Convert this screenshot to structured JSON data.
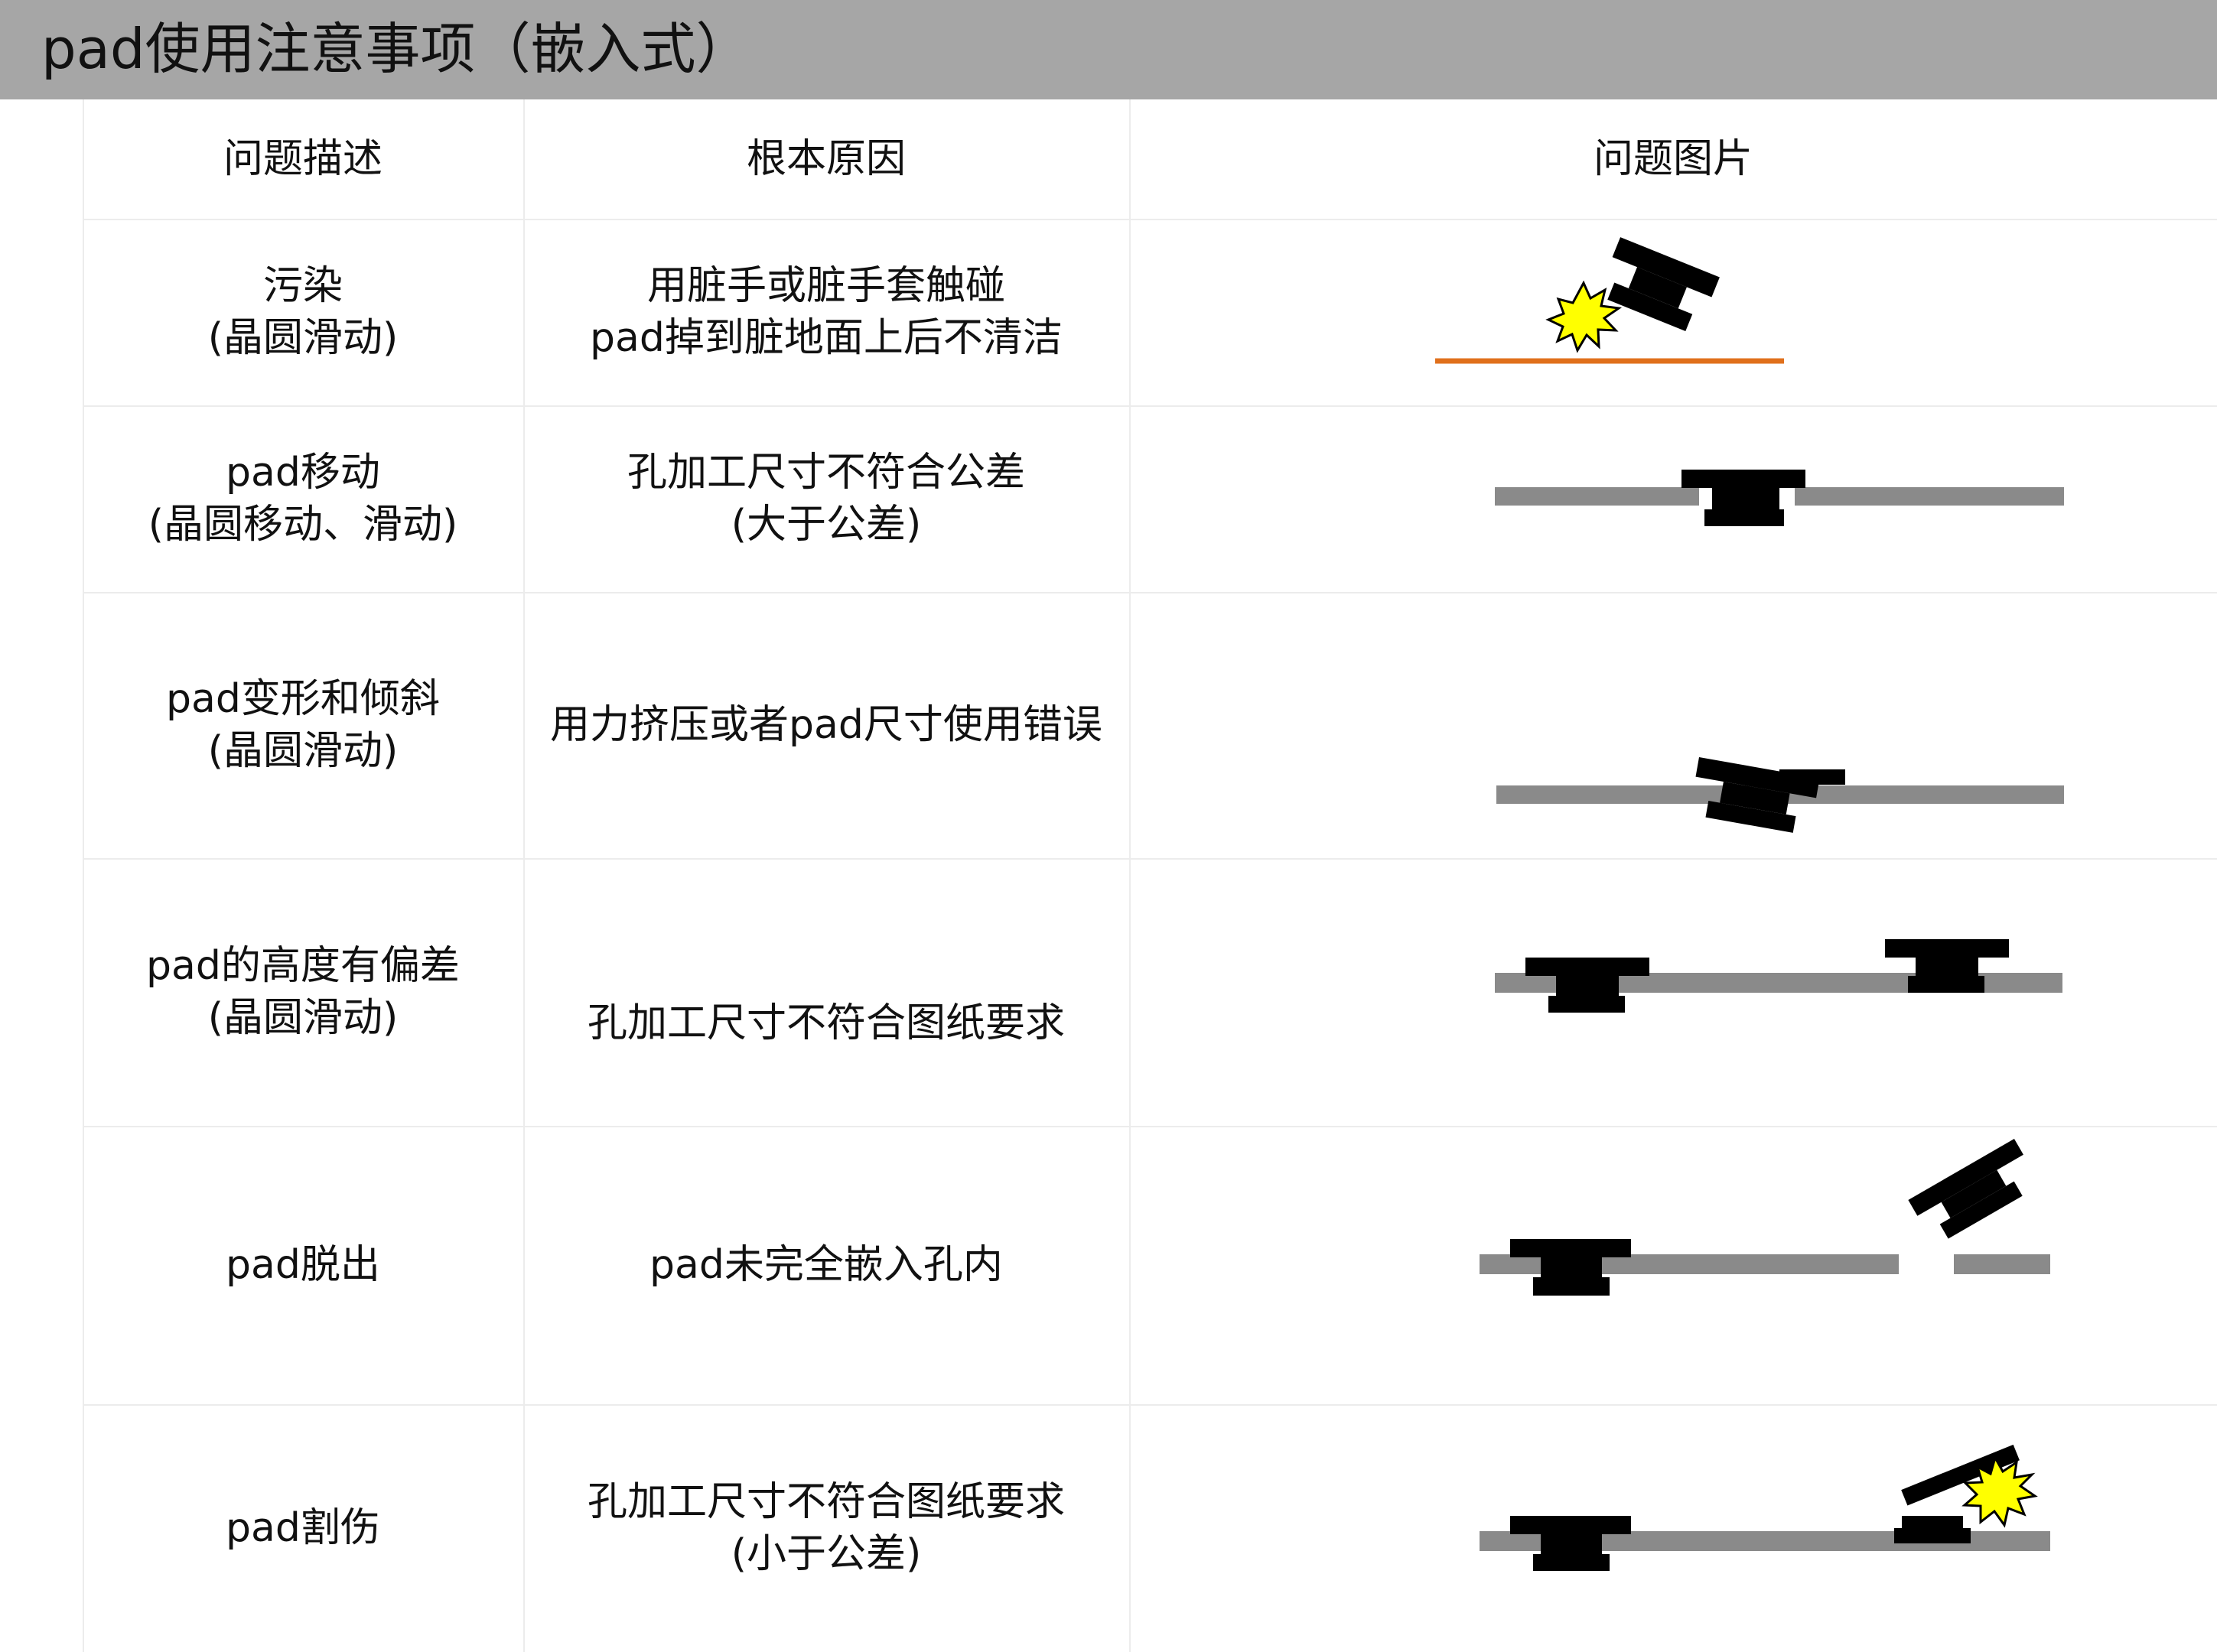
{
  "title": "pad使用注意事项（嵌入式）",
  "headers": {
    "description": "问题描述",
    "cause": "根本原因",
    "picture": "问题图片"
  },
  "rows": [
    {
      "description": [
        "污染",
        "(晶圆滑动)"
      ],
      "cause": [
        "用脏手或脏手套触碰",
        "pad掉到脏地面上后不清洁"
      ],
      "illustration": "dirty-pad-on-floor"
    },
    {
      "description": [
        "pad移动",
        "(晶圆移动、滑动)"
      ],
      "cause": [
        "孔加工尺寸不符合公差",
        "(大于公差)"
      ],
      "illustration": "pad-in-oversized-hole"
    },
    {
      "description": [
        "pad变形和倾斜",
        "(晶圆滑动)"
      ],
      "cause": [
        "用力挤压或者pad尺寸使用错误"
      ],
      "illustration": "tilted-pad"
    },
    {
      "description": [
        "pad的高度有偏差",
        "(晶圆滑动)"
      ],
      "cause": [
        "孔加工尺寸不符合图纸要求"
      ],
      "illustration": "pad-height-offset"
    },
    {
      "description": [
        "pad脱出"
      ],
      "cause": [
        "pad未完全嵌入孔内"
      ],
      "illustration": "pad-popping-out"
    },
    {
      "description": [
        "pad割伤"
      ],
      "cause": [
        "孔加工尺寸不符合图纸要求",
        "(小于公差)"
      ],
      "illustration": "pad-cut-damage"
    }
  ],
  "colors": {
    "header_band": "#a6a6a6",
    "plate": "#8a8a8a",
    "pad": "#000000",
    "floor": "#e0701c",
    "spark": "#ffff00"
  }
}
